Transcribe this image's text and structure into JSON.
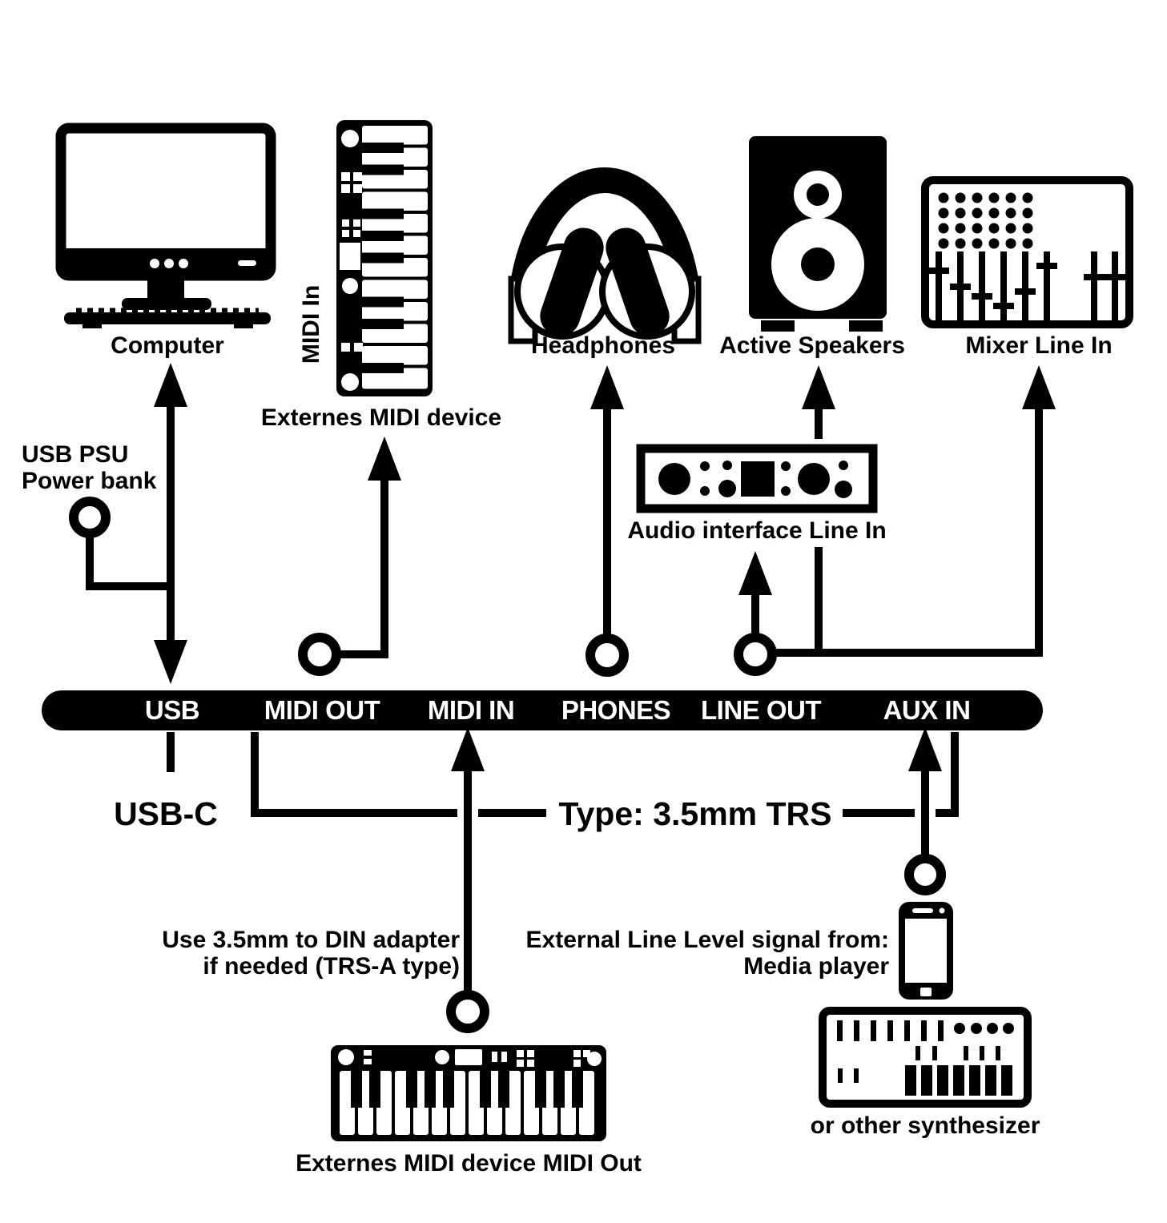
{
  "bar": {
    "ports": [
      {
        "label": "USB"
      },
      {
        "label": "MIDI OUT"
      },
      {
        "label": "MIDI IN"
      },
      {
        "label": "PHONES"
      },
      {
        "label": "LINE OUT"
      },
      {
        "label": "AUX IN"
      }
    ]
  },
  "devices": {
    "computer": {
      "label": "Computer"
    },
    "external_midi": {
      "label": "Externes MIDI device",
      "port_label": "MIDI In"
    },
    "headphones": {
      "label": "Headphones"
    },
    "speakers": {
      "label": "Active Speakers"
    },
    "mixer": {
      "label": "Mixer Line In"
    },
    "audio_interface": {
      "label": "Audio interface Line In"
    },
    "midi_out_device": {
      "label": "Externes MIDI device MIDI Out"
    },
    "synth": {
      "label": "or other synthesizer"
    }
  },
  "annotations": {
    "psu_line1": "USB PSU",
    "psu_line2": "Power bank",
    "usb_c": "USB-C",
    "trs": "Type: 3.5mm TRS",
    "din1": "Use 3.5mm to DIN adapter",
    "din2": "if needed (TRS-A type)",
    "ext1": "External Line Level signal from:",
    "ext2": "Media player"
  },
  "colors": {
    "ink": "#000000",
    "bg": "#ffffff"
  }
}
